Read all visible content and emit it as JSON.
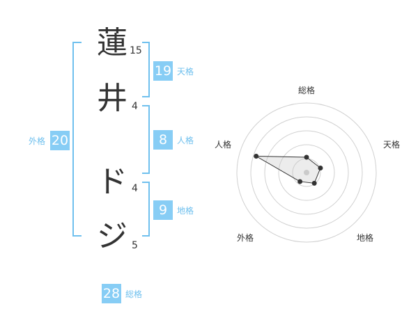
{
  "name": {
    "chars": [
      {
        "char": "蓮",
        "strokes": "15"
      },
      {
        "char": "井",
        "strokes": "4"
      },
      {
        "char": "ド",
        "strokes": "4"
      },
      {
        "char": "ジ",
        "strokes": "5"
      }
    ]
  },
  "fortune": {
    "ten": {
      "value": "19",
      "label": "天格"
    },
    "jin": {
      "value": "8",
      "label": "人格"
    },
    "chi": {
      "value": "9",
      "label": "地格"
    },
    "gai": {
      "value": "20",
      "label": "外格"
    },
    "sou": {
      "value": "28",
      "label": "総格"
    }
  },
  "colors": {
    "accent": "#87cdf5",
    "label": "#6fc0ee",
    "bracket": "#6fc0ee",
    "text": "#333333"
  },
  "chart_data": {
    "type": "radar",
    "axes": [
      "総格",
      "天格",
      "地格",
      "外格",
      "人格"
    ],
    "values": [
      1.1,
      1.05,
      0.95,
      0.8,
      3.8
    ],
    "range": [
      0,
      5
    ],
    "rings": 4
  }
}
